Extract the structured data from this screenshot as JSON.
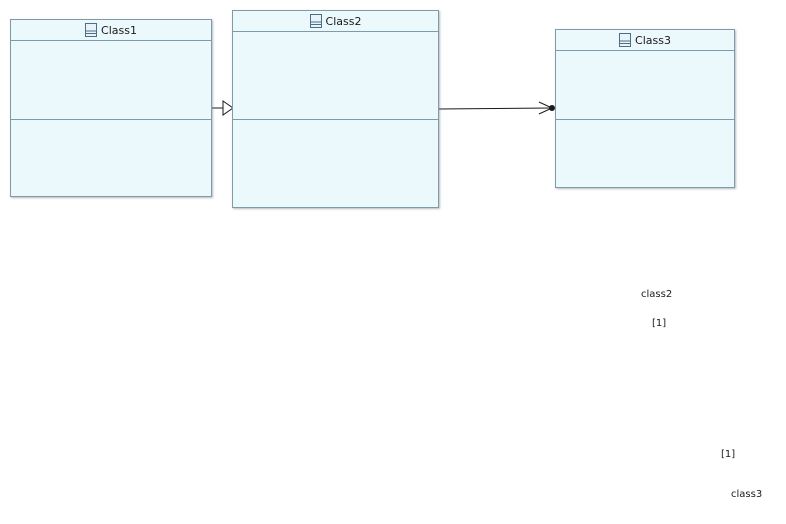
{
  "diagram": {
    "classes": [
      {
        "name": "Class1",
        "icon": "class-icon"
      },
      {
        "name": "Class2",
        "icon": "class-icon"
      },
      {
        "name": "Class3",
        "icon": "class-icon"
      }
    ],
    "relationships": [
      {
        "type": "generalization",
        "from": "Class1",
        "to": "Class2"
      },
      {
        "type": "association",
        "from": "Class2",
        "to": "Class3",
        "navigable": true,
        "role_label": "class2",
        "role_multiplicity": "[1]",
        "end_label": "class3",
        "end_multiplicity": "[1]"
      }
    ]
  },
  "colors": {
    "class_fill": "#ebf8fc",
    "class_border": "#7f9aa8",
    "connector": "#1a1a1a"
  }
}
